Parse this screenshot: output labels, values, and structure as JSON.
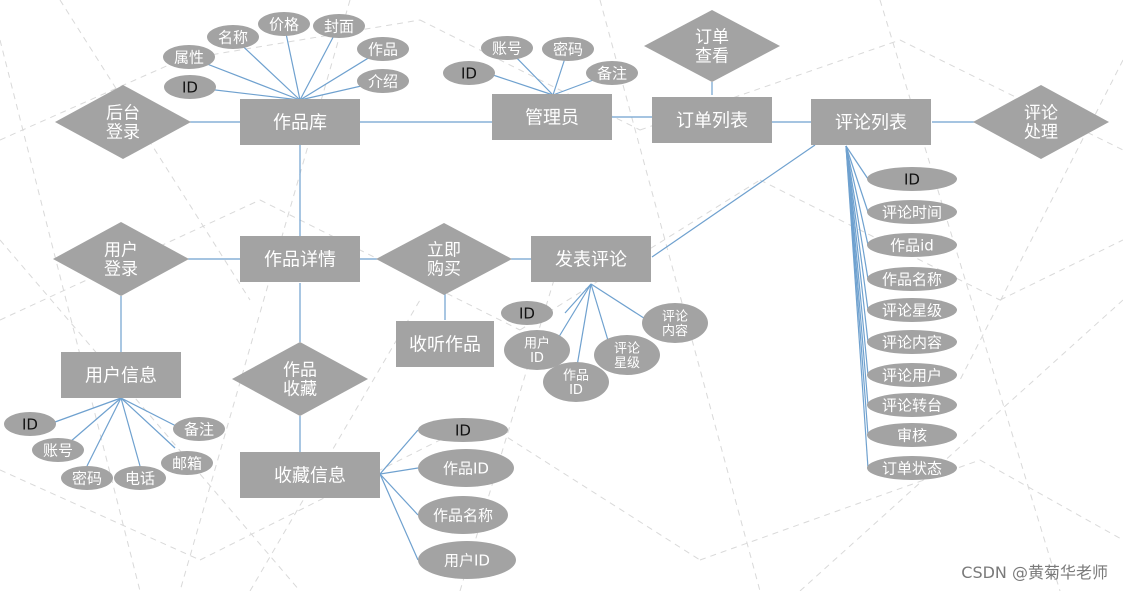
{
  "entities": {
    "works": "作品库",
    "admin": "管理员",
    "order_list": "订单列表",
    "comment_list": "评论列表",
    "work_detail": "作品详情",
    "post_comment": "发表评论",
    "listen": "收听作品",
    "user_info": "用户信息",
    "fav_info": "收藏信息"
  },
  "relations": {
    "backend_login": [
      "后台",
      "登录"
    ],
    "order_view": [
      "订单",
      "查看"
    ],
    "comment_handle": [
      "评论",
      "处理"
    ],
    "user_login": [
      "用户",
      "登录"
    ],
    "buy_now": [
      "立即",
      "购买"
    ],
    "fav_work": [
      "作品",
      "收藏"
    ]
  },
  "works_attrs": [
    "ID",
    "属性",
    "名称",
    "价格",
    "封面",
    "作品",
    "介绍"
  ],
  "admin_attrs": [
    "ID",
    "账号",
    "密码",
    "备注"
  ],
  "comment_list_attrs": [
    "ID",
    "评论时间",
    "作品id",
    "作品名称",
    "评论星级",
    "评论内容",
    "评论用户",
    "评论转台",
    "审核",
    "订单状态"
  ],
  "post_comment_attrs": {
    "id": "ID",
    "user_id": [
      "用户",
      "ID"
    ],
    "work_id": [
      "作品",
      "ID"
    ],
    "stars": [
      "评论",
      "星级"
    ],
    "content": [
      "评论",
      "内容"
    ]
  },
  "user_info_attrs": [
    "ID",
    "账号",
    "密码",
    "电话",
    "邮箱",
    "备注"
  ],
  "fav_info_attrs": [
    "ID",
    "作品ID",
    "作品名称",
    "用户ID"
  ],
  "watermark": "CSDN @黄菊华老师"
}
